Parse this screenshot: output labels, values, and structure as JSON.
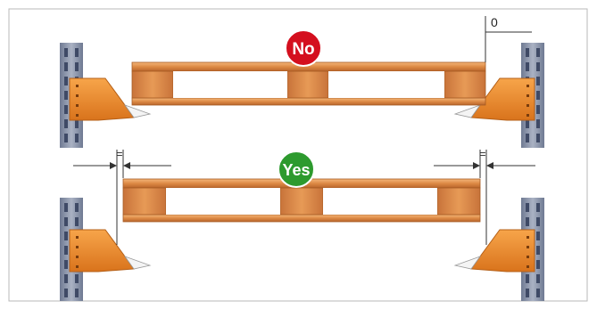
{
  "badges": {
    "wrong": {
      "label": "No",
      "color": "#d40f1e"
    },
    "correct": {
      "label": "Yes",
      "color": "#2d9a2e"
    }
  },
  "dimensions": {
    "offset_label": "0",
    "equal_left": "=",
    "equal_right": "="
  },
  "colors": {
    "pallet_wood": "#d9803a",
    "upright": "#8a93a8",
    "beam_bracket": "#f08c2a",
    "frame_border": "#b9b9b9"
  }
}
